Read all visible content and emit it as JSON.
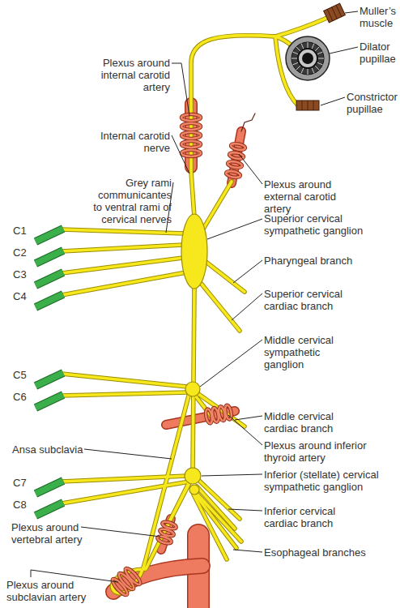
{
  "diagram": {
    "labels": [
      "Muller’s muscle",
      "Dilator pupillae",
      "Constrictor pupillae",
      "Plexus around internal carotid artery",
      "Internal carotid nerve",
      "Plexus around external carotid artery",
      "Grey rami communicantes to ventral rami of cervical nerves",
      "C1",
      "C2",
      "C3",
      "C4",
      "Superior cervical sympathetic ganglion",
      "Pharyngeal branch",
      "Superior cervical cardiac branch",
      "Middle cervical sympathetic ganglion",
      "C5",
      "C6",
      "Middle cervical cardiac branch",
      "Ansa subclavia",
      "Plexus around inferior thyroid artery",
      "C7",
      "C8",
      "Inferior (stellate) cervical sympathetic ganglion",
      "Inferior cervical cardiac branch",
      "Plexus around vertebral artery",
      "Esophageal branches",
      "Plexus around subclavian artery"
    ]
  }
}
